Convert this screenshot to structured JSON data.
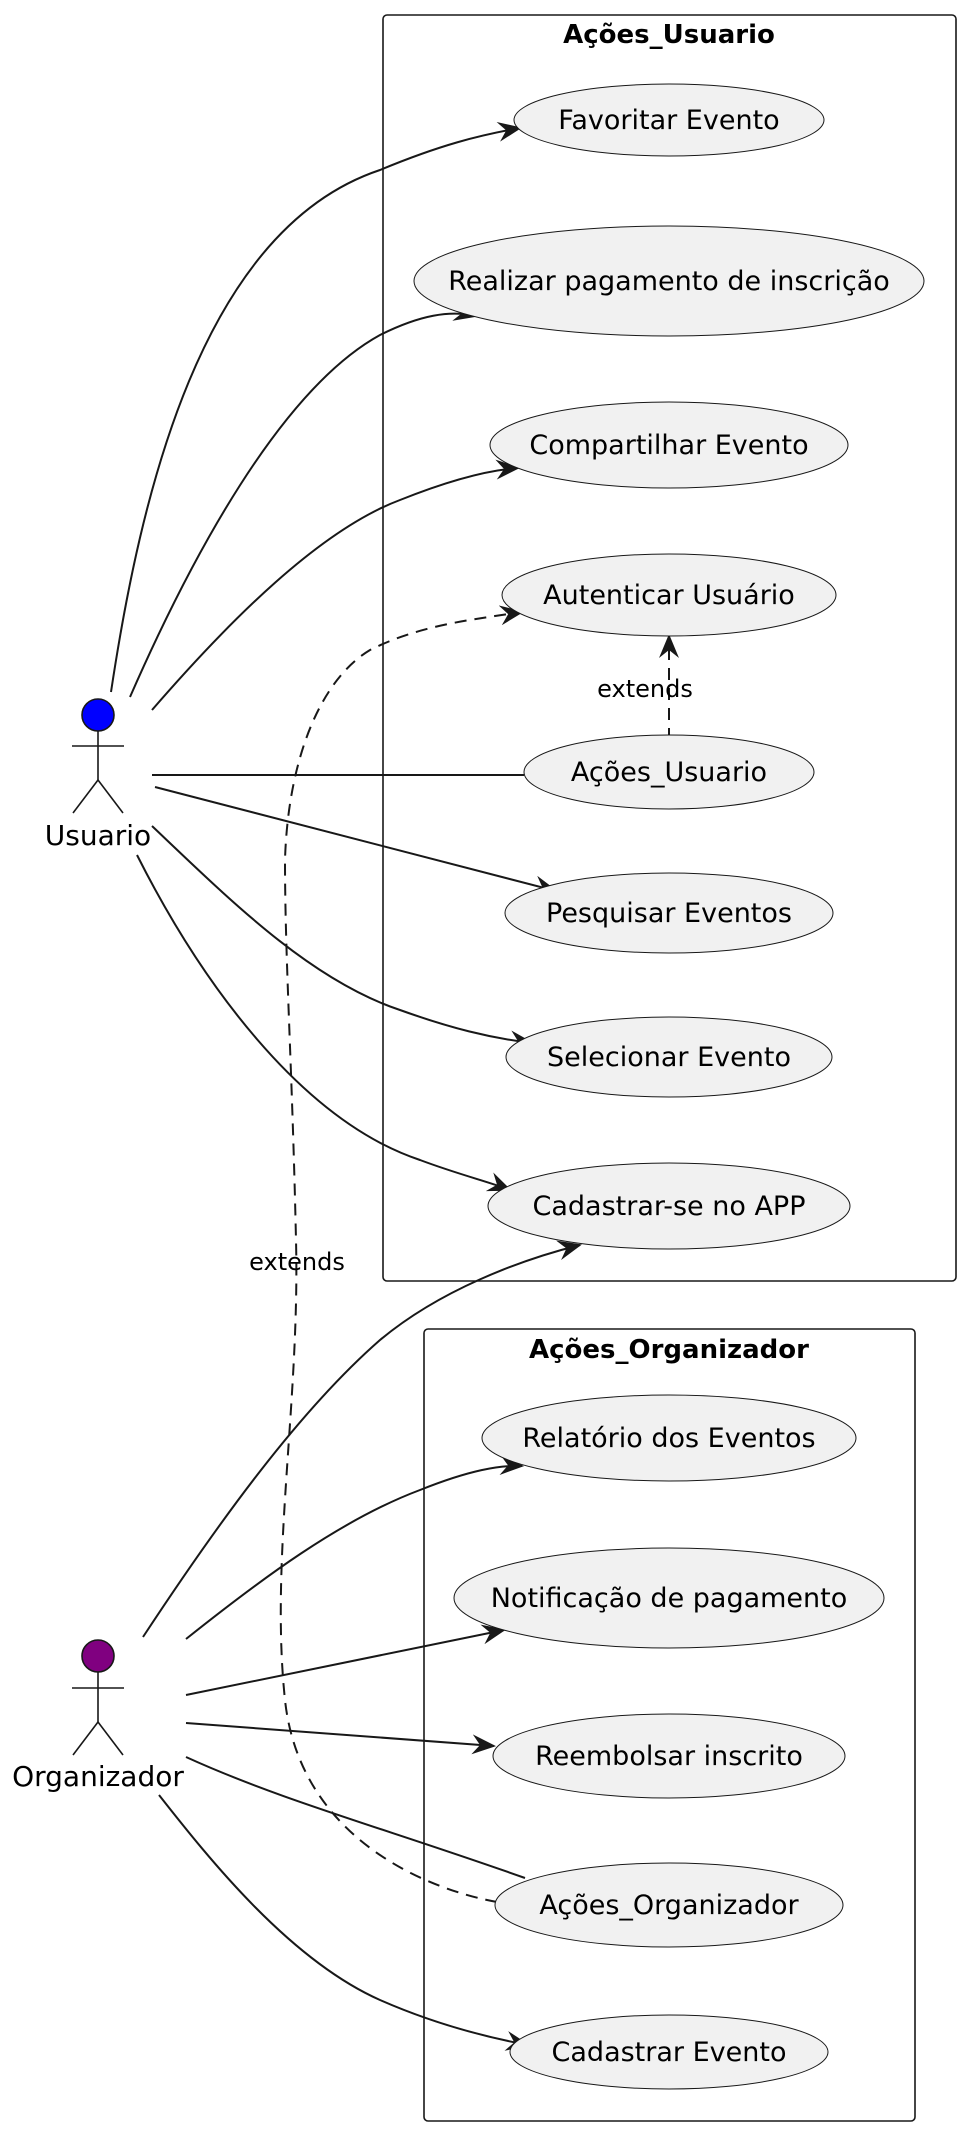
{
  "packages": {
    "usuario": {
      "title": "Ações_Usuario"
    },
    "organizador": {
      "title": "Ações_Organizador"
    }
  },
  "actors": {
    "usuario": {
      "label": "Usuario",
      "color": "#0000FF"
    },
    "organizador": {
      "label": "Organizador",
      "color": "#800080"
    }
  },
  "use_cases": {
    "favoritar": "Favoritar Evento",
    "pagamento": "Realizar pagamento de inscrição",
    "compartilhar": "Compartilhar Evento",
    "autenticar": "Autenticar Usuário",
    "acoes_usuario": "Ações_Usuario",
    "pesquisar": "Pesquisar Eventos",
    "selecionar": "Selecionar Evento",
    "cadastrar_app": "Cadastrar-se no APP",
    "relatorio": "Relatório dos Eventos",
    "notificacao": "Notificação de pagamento",
    "reembolsar": "Reembolsar inscrito",
    "acoes_organizador": "Ações_Organizador",
    "cadastrar_evento": "Cadastrar Evento"
  },
  "edge_labels": {
    "extends_1": "extends",
    "extends_2": "extends"
  },
  "colors": {
    "ellipse_fill": "#F1F1F1",
    "stroke": "#181818"
  }
}
